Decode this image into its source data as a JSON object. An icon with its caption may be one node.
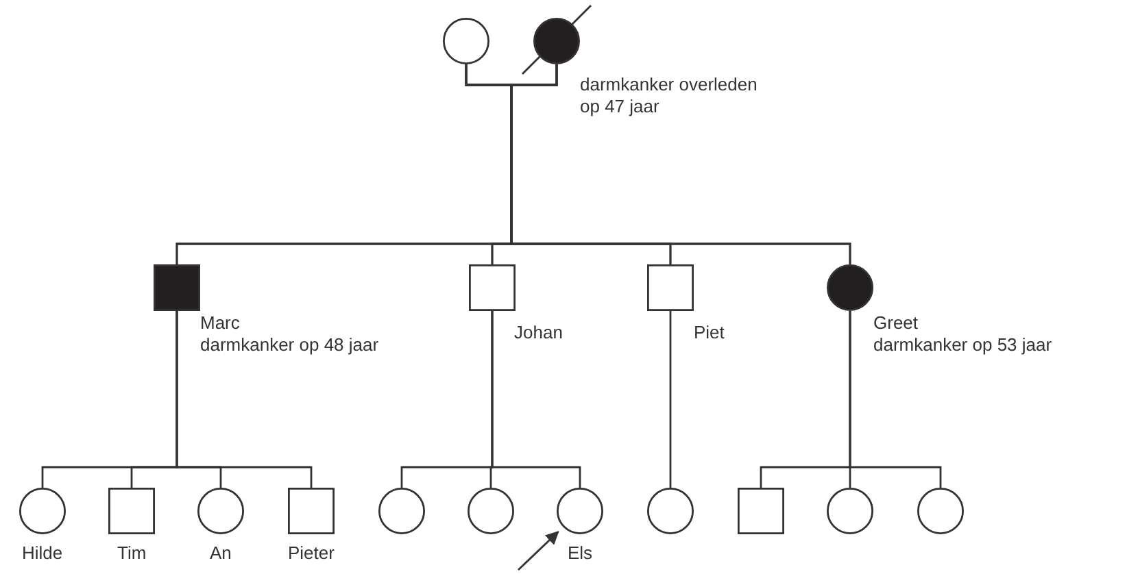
{
  "diagram": {
    "nodes": [
      {
        "text": [],
        "shape": "circle"
      },
      {
        "text": [],
        "shape": "crossed-black-circle",
        "beside": [
          "darmkanker overleden op 47 jaar"
        ]
      },
      {
        "text": [],
        "shape": "black-square",
        "beside": [
          "Marc",
          "darmkanker op 48 jaar"
        ]
      },
      {
        "text": [],
        "shape": "square",
        "beside": [
          "Johan"
        ]
      },
      {
        "text": [],
        "shape": "square",
        "beside": [
          "Piet"
        ]
      },
      {
        "text": [],
        "shape": "black-circle",
        "beside": [
          "Greet",
          "darmkanker op 53 jaar"
        ]
      },
      {
        "text": [],
        "shape": "circle",
        "beside": [
          "Hilde"
        ]
      },
      {
        "text": [],
        "shape": "square",
        "beside": [
          "Tim"
        ]
      },
      {
        "text": [],
        "shape": "circle",
        "beside": [
          "An"
        ]
      },
      {
        "text": [],
        "shape": "square",
        "beside": [
          "Pieter"
        ]
      },
      {
        "text": [],
        "shape": "circle"
      },
      {
        "text": [],
        "shape": "circle"
      },
      {
        "text": [],
        "shape": "circle",
        "beside": [
          "Els"
        ]
      },
      {
        "text": [],
        "shape": "circle"
      },
      {
        "text": [],
        "shape": "square"
      },
      {
        "text": [],
        "shape": "circle"
      },
      {
        "text": [],
        "shape": "circle"
      }
    ],
    "edges": [
      {
        "from": 0,
        "to": 1,
        "arrow": "none"
      },
      {
        "from": 0,
        "to": 2,
        "arrow": "none"
      },
      {
        "from": 0,
        "to": 3,
        "arrow": "none"
      },
      {
        "from": 0,
        "to": 4,
        "arrow": "none"
      },
      {
        "from": 0,
        "to": 5,
        "arrow": "none"
      },
      {
        "from": 1,
        "to": 2,
        "arrow": "none"
      },
      {
        "from": 1,
        "to": 3,
        "arrow": "none"
      },
      {
        "from": 1,
        "to": 4,
        "arrow": "none"
      },
      {
        "from": 1,
        "to": 5,
        "arrow": "none"
      },
      {
        "from": 2,
        "to": 6,
        "arrow": "none"
      },
      {
        "from": 2,
        "to": 7,
        "arrow": "none"
      },
      {
        "from": 2,
        "to": 8,
        "arrow": "none"
      },
      {
        "from": 2,
        "to": 9,
        "arrow": "none"
      },
      {
        "from": 3,
        "to": 10,
        "arrow": "none"
      },
      {
        "from": 3,
        "to": 11,
        "arrow": "none"
      },
      {
        "from": 3,
        "to": 12,
        "arrow": "none"
      },
      {
        "from": 4,
        "to": 13,
        "arrow": "none"
      },
      {
        "from": 5,
        "to": 14,
        "arrow": "none"
      },
      {
        "from": 5,
        "to": 15,
        "arrow": "none"
      },
      {
        "from": 5,
        "to": 16,
        "arrow": "none"
      },
      {
        "from": null,
        "to": 12,
        "arrow": "to"
      }
    ]
  }
}
